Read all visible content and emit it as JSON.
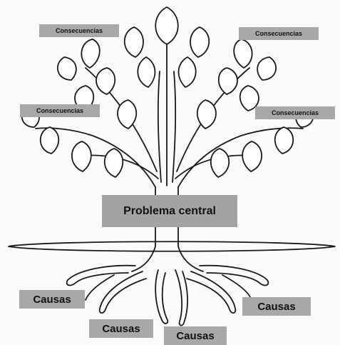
{
  "diagram": {
    "central_problem": "Problema central",
    "consequences": [
      "Consecuencias",
      "Consecuencias",
      "Consecuencias",
      "Consecuencias"
    ],
    "causes": [
      "Causas",
      "Causas",
      "Causas",
      "Causas"
    ]
  }
}
